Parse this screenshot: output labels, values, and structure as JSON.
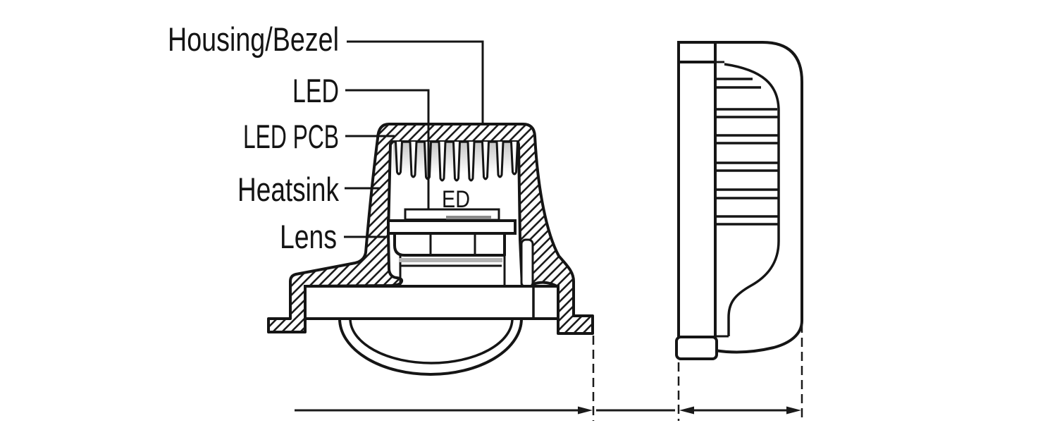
{
  "labels": {
    "housing_bezel": "Housing/Bezel",
    "led": "LED",
    "led_pcb": "LED PCB",
    "heatsink": "Heatsink",
    "lens": "Lens",
    "ed": "ED"
  },
  "colors": {
    "line": "#151515",
    "background": "#ffffff",
    "shade_gray": "#8a8a8a",
    "band_gray": "#b3b3b3"
  }
}
